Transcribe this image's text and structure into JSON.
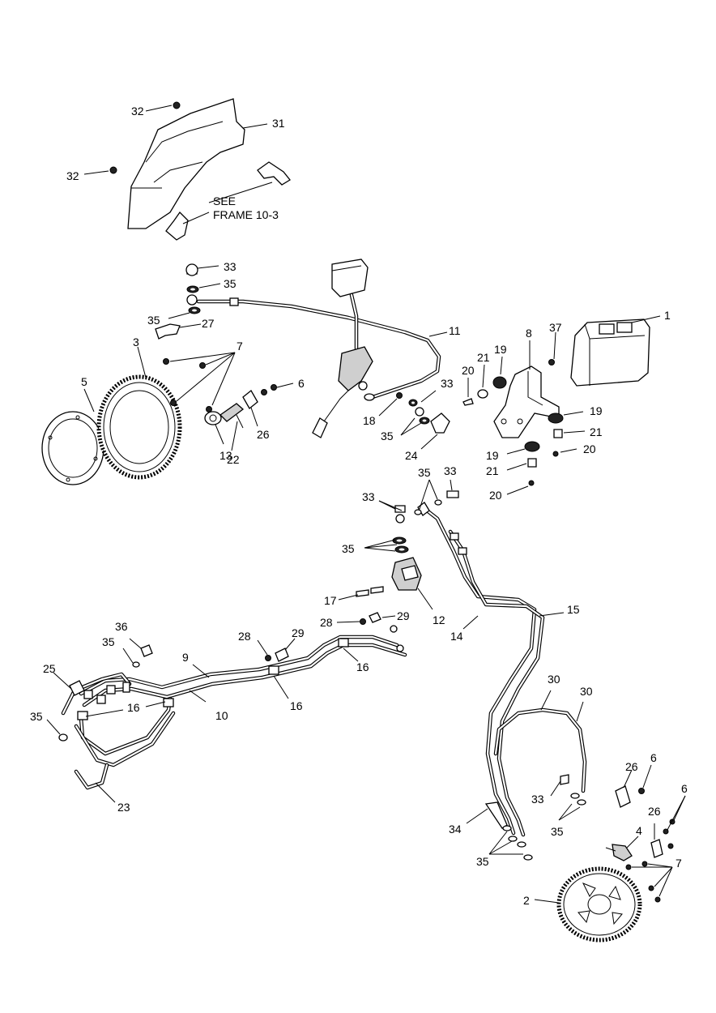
{
  "callouts": {
    "c1": "1",
    "c2": "2",
    "c3": "3",
    "c4": "4",
    "c5": "5",
    "c6a": "6",
    "c6b": "6",
    "c6c": "6",
    "c7a": "7",
    "c7b": "7",
    "c8": "8",
    "c9": "9",
    "c10": "10",
    "c11": "11",
    "c12": "12",
    "c13": "13",
    "c14": "14",
    "c15": "15",
    "c16a": "16",
    "c16b": "16",
    "c16c": "16",
    "c17": "17",
    "c18": "18",
    "c19a": "19",
    "c19b": "19",
    "c19c": "19",
    "c20a": "20",
    "c20b": "20",
    "c20c": "20",
    "c21a": "21",
    "c21b": "21",
    "c21c": "21",
    "c22": "22",
    "c23": "23",
    "c24": "24",
    "c25": "25",
    "c26a": "26",
    "c26b": "26",
    "c26c": "26",
    "c27": "27",
    "c28a": "28",
    "c28b": "28",
    "c29a": "29",
    "c29b": "29",
    "c30a": "30",
    "c30b": "30",
    "c31": "31",
    "c32a": "32",
    "c32b": "32",
    "c33a": "33",
    "c33b": "33",
    "c33c": "33",
    "c33d": "33",
    "c33e": "33",
    "c34": "34",
    "c35a": "35",
    "c35b": "35",
    "c35c": "35",
    "c35d": "35",
    "c35e": "35",
    "c35f": "35",
    "c35g": "35",
    "c35h": "35",
    "c35i": "35",
    "c36": "36",
    "c37": "37"
  },
  "see_note": {
    "line1": "SEE",
    "line2": "FRAME 10-3"
  }
}
